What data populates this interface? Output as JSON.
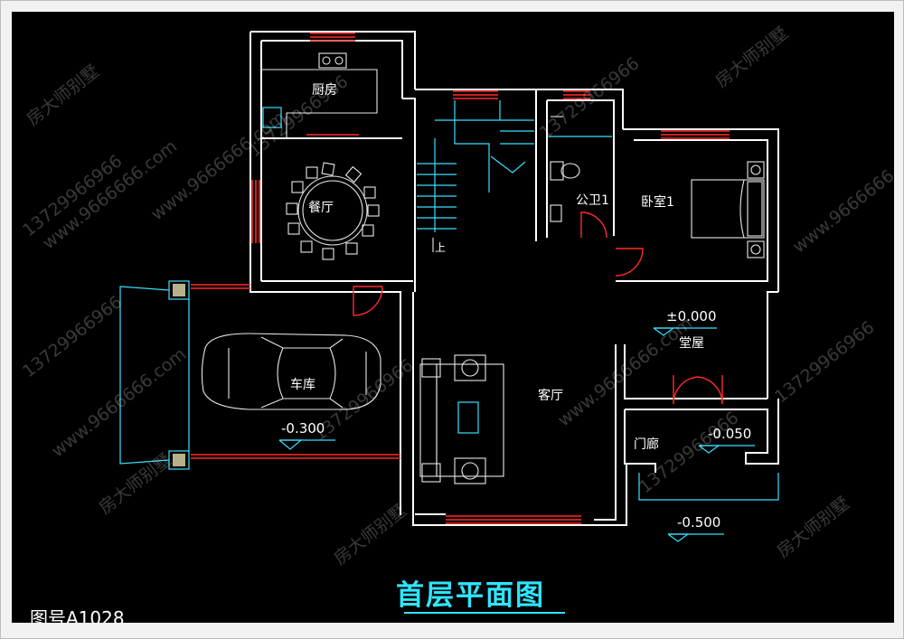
{
  "title": "首层平面图",
  "drawing_number": "图号A1028",
  "rooms": {
    "kitchen": "厨房",
    "dining": "餐厅",
    "garage": "车库",
    "living": "客厅",
    "bathroom": "公卫1",
    "bedroom": "卧室1",
    "hall": "堂屋",
    "porch": "门廊",
    "stair_up": "上"
  },
  "levels": {
    "hall": "±0.000",
    "garage": "-0.300",
    "porch": "-0.050",
    "outside": "-0.500"
  },
  "watermarks": {
    "phone": "13729966966",
    "brand": "房大师别墅",
    "site": "www.9666666.com"
  },
  "colors": {
    "background": "#000000",
    "walls": "#ffffff",
    "windows_doors": "#ff2a2a",
    "dimensions": "#38e0ff",
    "title": "#2ee6ff"
  }
}
